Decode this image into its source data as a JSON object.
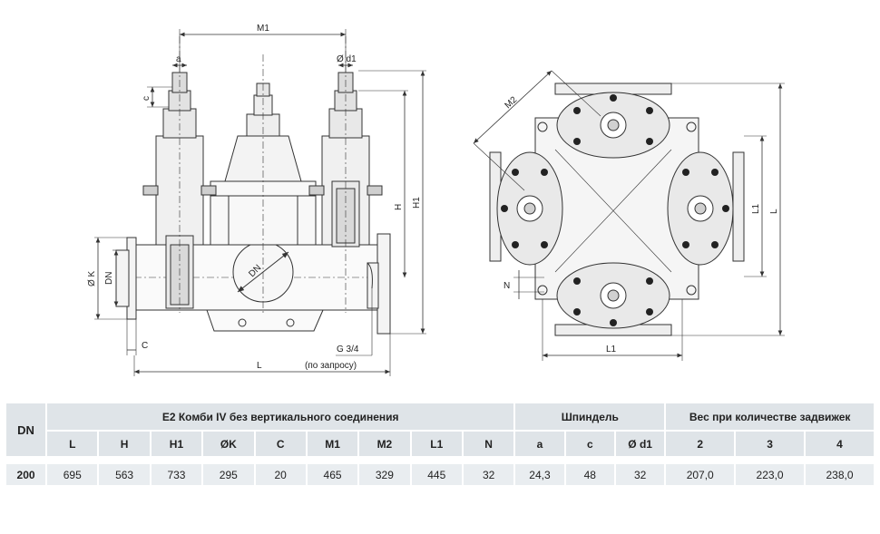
{
  "drawing": {
    "labels": {
      "m1": "M1",
      "a": "a",
      "c_small": "c",
      "d1": "Ø d1",
      "h": "H",
      "h1": "H1",
      "dk": "Ø K",
      "dn_left": "DN",
      "dn_circle": "DN",
      "c_bottom": "C",
      "l": "L",
      "g34": "G 3/4",
      "by_request": "(по запросу)",
      "m2": "M2",
      "l1_right": "L1",
      "l_right": "L",
      "n": "N",
      "l1_bottom": "L1"
    }
  },
  "table": {
    "dn_header": "DN",
    "group_main": "E2 Комби IV без вертикального соединения",
    "group_spindle": "Шпиндель",
    "group_weight": "Вес при количестве задвижек",
    "sub_main": [
      "L",
      "H",
      "H1",
      "ØK",
      "C",
      "M1",
      "M2",
      "L1",
      "N"
    ],
    "sub_spindle": [
      "a",
      "c",
      "Ø d1"
    ],
    "sub_weight": [
      "2",
      "3",
      "4"
    ],
    "row": {
      "dn": "200",
      "main": [
        "695",
        "563",
        "733",
        "295",
        "20",
        "465",
        "329",
        "445",
        "32"
      ],
      "spindle": [
        "24,3",
        "48",
        "32"
      ],
      "weight": [
        "207,0",
        "223,0",
        "238,0"
      ]
    }
  }
}
